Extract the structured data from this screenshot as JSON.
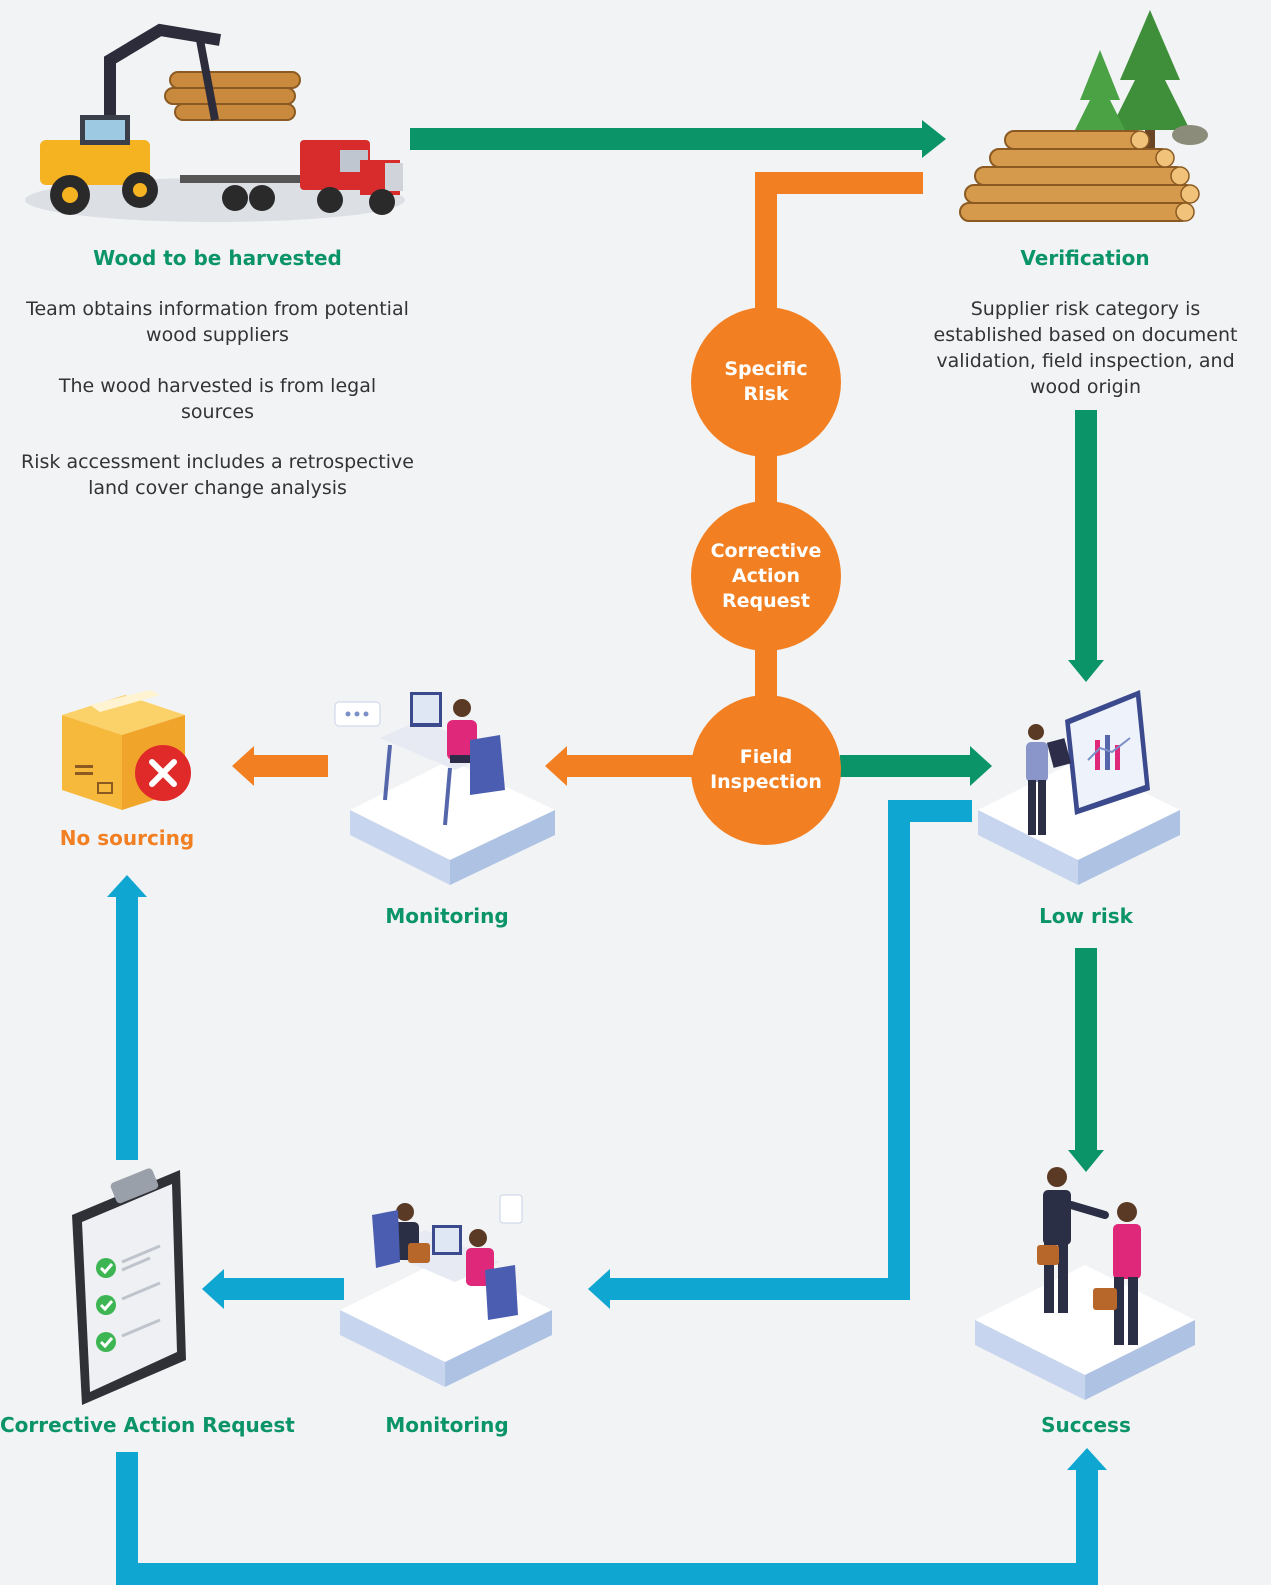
{
  "nodes": {
    "wood_harvested": {
      "title": "Wood to be harvested",
      "lines": [
        "Team obtains information from potential wood suppliers",
        "The wood harvested is from legal sources",
        "Risk accessment includes a retrospective land cover change analysis"
      ]
    },
    "verification": {
      "title": "Verification",
      "description": "Supplier risk category is established based on document validation, field inspection, and wood origin"
    },
    "specific_risk": {
      "label": "Specific\nRisk"
    },
    "car_circle": {
      "label": "Corrective\nAction\nRequest"
    },
    "field_inspection": {
      "label": "Field\nInspection"
    },
    "no_sourcing": {
      "title": "No sourcing"
    },
    "monitoring_top": {
      "title": "Monitoring"
    },
    "low_risk": {
      "title": "Low risk"
    },
    "car_bottom": {
      "title": "Corrective Action Request"
    },
    "monitoring_bottom": {
      "title": "Monitoring"
    },
    "success": {
      "title": "Success"
    }
  },
  "colors": {
    "green": "#0a9467",
    "orange": "#f28023",
    "blue": "#0fa6d1",
    "background": "#f2f3f5"
  }
}
